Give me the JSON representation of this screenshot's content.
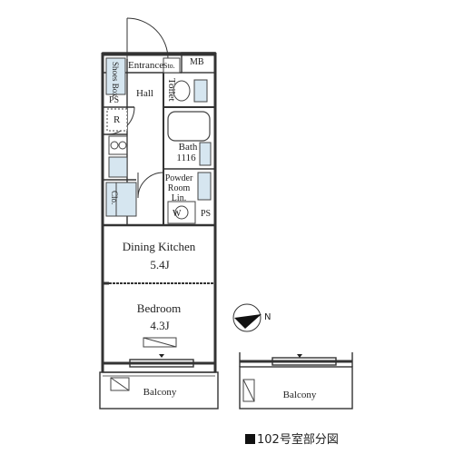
{
  "labels": {
    "entrance": "Entrance",
    "storage": "Sto.",
    "mb": "MB",
    "shoes_box": "Shoes Box",
    "hall": "Hall",
    "toilet": "Toilet",
    "ps_left": "PS",
    "refrigerator": "R",
    "bath": "Bath",
    "bath_size": "1116",
    "powder_room_1": "Powder",
    "powder_room_2": "Room",
    "linen": "Lin.",
    "washer": "W",
    "ps_right": "PS",
    "closet": "Clo.",
    "dining_kitchen": "Dining Kitchen",
    "dining_kitchen_size": "5.4J",
    "bedroom": "Bedroom",
    "bedroom_size": "4.3J",
    "balcony_left": "Balcony",
    "balcony_right": "Balcony",
    "north_mark": "N"
  },
  "caption": {
    "text": "102号室部分図"
  }
}
